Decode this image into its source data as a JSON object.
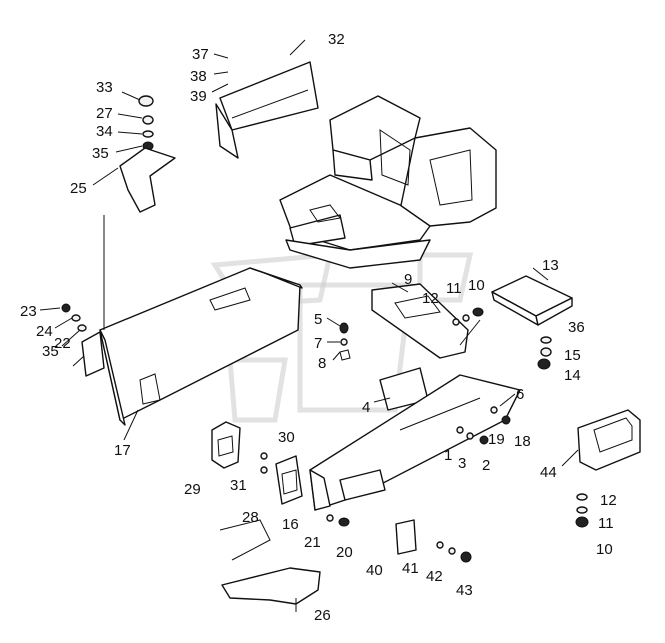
{
  "callouts": [
    "1",
    "2",
    "3",
    "4",
    "5",
    "6",
    "7",
    "8",
    "9",
    "10",
    "11",
    "12",
    "13",
    "14",
    "15",
    "16",
    "17",
    "18",
    "19",
    "20",
    "21",
    "22",
    "23",
    "24",
    "25",
    "26",
    "27",
    "28",
    "29",
    "30",
    "31",
    "32",
    "33",
    "34",
    "35",
    "36",
    "37",
    "38",
    "39",
    "40",
    "41",
    "42",
    "43",
    "44",
    "35",
    "12",
    "11",
    "10"
  ]
}
